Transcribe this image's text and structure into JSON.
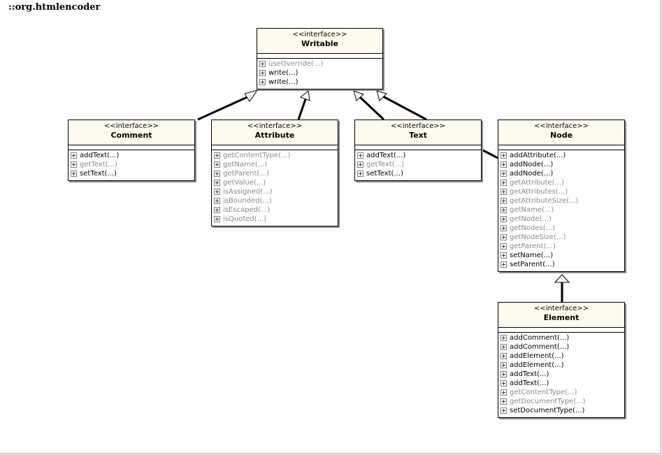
{
  "package_title": "::org.htmlencoder",
  "stereotype": "<<interface>>",
  "interfaces": {
    "writable": {
      "name": "Writable",
      "operations": [
        {
          "label": "useOverride(...)",
          "inherited": true
        },
        {
          "label": "write(...)",
          "inherited": false
        },
        {
          "label": "write(...)",
          "inherited": false
        }
      ]
    },
    "comment": {
      "name": "Comment",
      "operations": [
        {
          "label": "addText(...)",
          "inherited": false
        },
        {
          "label": "getText(...)",
          "inherited": true
        },
        {
          "label": "setText(...)",
          "inherited": false
        }
      ]
    },
    "attribute": {
      "name": "Attribute",
      "operations": [
        {
          "label": "getContentType(...)",
          "inherited": true
        },
        {
          "label": "getName(...)",
          "inherited": true
        },
        {
          "label": "getParent(...)",
          "inherited": true
        },
        {
          "label": "getValue(...)",
          "inherited": true
        },
        {
          "label": "isAssigned(...)",
          "inherited": true
        },
        {
          "label": "isBounded(...)",
          "inherited": true
        },
        {
          "label": "isEscaped(...)",
          "inherited": true
        },
        {
          "label": "isQuoted(...)",
          "inherited": true
        }
      ]
    },
    "text": {
      "name": "Text",
      "operations": [
        {
          "label": "addText(...)",
          "inherited": false
        },
        {
          "label": "getText(...)",
          "inherited": true
        },
        {
          "label": "setText(...)",
          "inherited": false
        }
      ]
    },
    "node": {
      "name": "Node",
      "operations": [
        {
          "label": "addAttribute(...)",
          "inherited": false
        },
        {
          "label": "addNode(...)",
          "inherited": false
        },
        {
          "label": "addNode(...)",
          "inherited": false
        },
        {
          "label": "getAttribute(...)",
          "inherited": true
        },
        {
          "label": "getAttributes(...)",
          "inherited": true
        },
        {
          "label": "getAttributeSize(...)",
          "inherited": true
        },
        {
          "label": "getName(...)",
          "inherited": true
        },
        {
          "label": "getNode(...)",
          "inherited": true
        },
        {
          "label": "getNodes(...)",
          "inherited": true
        },
        {
          "label": "getNodeSize(...)",
          "inherited": true
        },
        {
          "label": "getParent(...)",
          "inherited": true
        },
        {
          "label": "setName(...)",
          "inherited": false
        },
        {
          "label": "setParent(...)",
          "inherited": false
        }
      ]
    },
    "element": {
      "name": "Element",
      "operations": [
        {
          "label": "addComment(...)",
          "inherited": false
        },
        {
          "label": "addComment(...)",
          "inherited": false
        },
        {
          "label": "addElement(...)",
          "inherited": false
        },
        {
          "label": "addElement(...)",
          "inherited": false
        },
        {
          "label": "addText(...)",
          "inherited": false
        },
        {
          "label": "addText(...)",
          "inherited": false
        },
        {
          "label": "getContentType(...)",
          "inherited": true
        },
        {
          "label": "getDocumentType(...)",
          "inherited": true
        },
        {
          "label": "setDocumentType(...)",
          "inherited": false
        }
      ]
    }
  },
  "colors": {
    "header_fill": "#fefbee",
    "inherited_text": "#8a8a8a",
    "own_text": "#000000"
  }
}
